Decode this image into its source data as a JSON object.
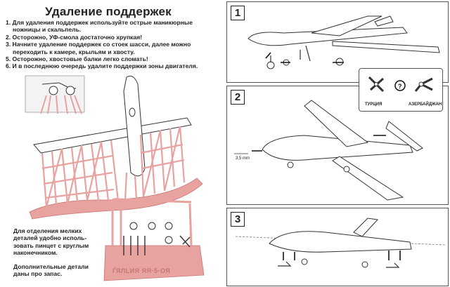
{
  "instructions": {
    "title": "Удаление поддержек",
    "steps": [
      "1. Для удаления поддержек используйте острые маникюрные",
      "ножницы и скальпель.",
      "2. Осторожно, УФ-смола достаточно хрупкая!",
      "3. Начните удаление поддержек со стоек шасси, далее можно",
      "переходить к камере, крыльям и хвосту.",
      "5. Осторожно, хвостовые балки легко сломать!",
      "6. И в последнюю очередь удалите поддержки зоны двигателя."
    ],
    "tweezers_note": [
      "Для отделения мелких",
      "деталей удобно исполь-",
      "зовать пинцет с круглым",
      "наконечником."
    ],
    "spares_note": [
      "Дополнительные детали",
      "даны про запас."
    ],
    "part_sprue_text": "ҐЯЛLИЯ ЯЯ·5·ОЯ"
  },
  "panels": [
    {
      "number": "1"
    },
    {
      "number": "2",
      "scale_label": "3,5 mm",
      "variant_left": "ТУРЦИЯ",
      "variant_right": "АЗЕРБАЙДЖАН"
    },
    {
      "number": "3"
    }
  ],
  "colors": {
    "resin": "#e8a2a0",
    "resin_dark": "#c77674",
    "outline": "#333333",
    "part_fill": "#ffffff"
  }
}
